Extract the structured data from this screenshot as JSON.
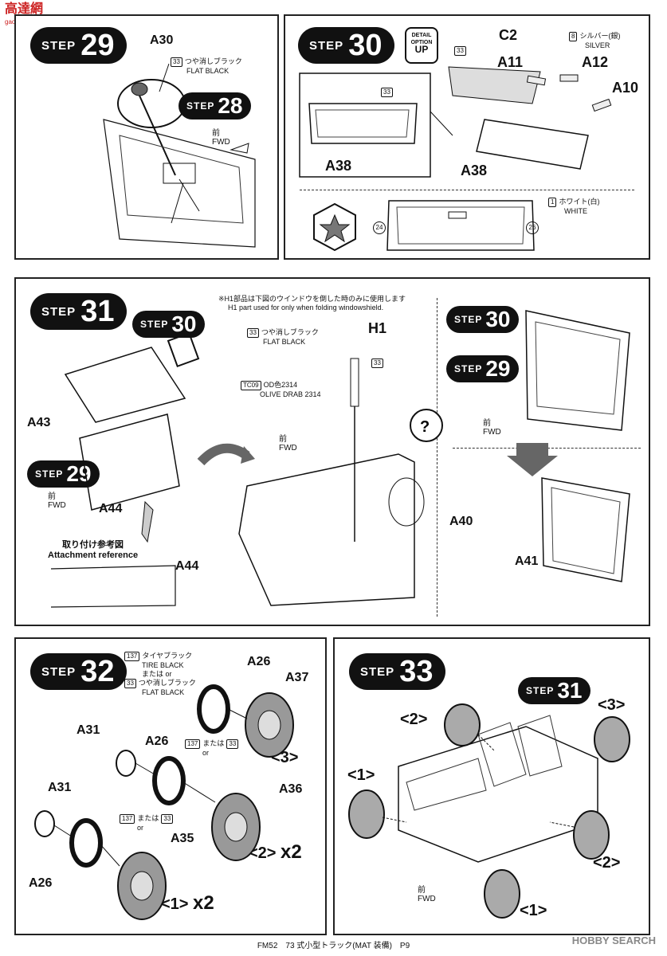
{
  "watermark_logo": {
    "text": "高達網",
    "sub": "gao-shou.com"
  },
  "step29": {
    "step_word": "STEP",
    "step_num": "29",
    "part_a30": "A30",
    "paint_code": "33",
    "paint_jp": "つや消しブラック",
    "paint_en": "FLAT BLACK",
    "ref_step": "28",
    "fwd_jp": "前",
    "fwd_en": "FWD"
  },
  "step30": {
    "step_word": "STEP",
    "step_num": "30",
    "detail_badge": [
      "DETAIL",
      "OPTION",
      "UP"
    ],
    "c2": "C2",
    "a11": "A11",
    "a12": "A12",
    "a10": "A10",
    "a38_left": "A38",
    "a38_right": "A38",
    "paint33": "33",
    "silver_code": "8",
    "silver_jp": "シルバー(銀)",
    "silver_en": "SILVER",
    "white_code": "1",
    "white_jp": "ホワイト(白)",
    "white_en": "WHITE",
    "decal_24": "24",
    "decal_26": "26"
  },
  "step31": {
    "step_word": "STEP",
    "step_num": "31",
    "ref30": "30",
    "ref29": "29",
    "a43": "A43",
    "a44": "A44",
    "a44_ref": "A44",
    "fwd_jp": "前",
    "fwd_en": "FWD",
    "attach_jp": "取り付け参考図",
    "attach_en": "Attachment reference",
    "h1_note_jp": "※H1部品は下図のウインドウを倒した時のみに使用します",
    "h1_note_en": "H1 part used for only when folding windowshield.",
    "paint33": "33",
    "paint_jp": "つや消しブラック",
    "paint_en": "FLAT BLACK",
    "h1": "H1",
    "h1_paint": "33",
    "tc_code": "TC09",
    "od_jp": "OD色2314",
    "od_en": "OLIVE DRAB 2314",
    "fwd2_jp": "前",
    "fwd2_en": "FWD",
    "right_ref30": "30",
    "right_ref29": "29",
    "fwd3_jp": "前",
    "fwd3_en": "FWD",
    "a40": "A40",
    "a41": "A41"
  },
  "step32": {
    "step_word": "STEP",
    "step_num": "32",
    "tire_code": "137",
    "tire_jp": "タイヤブラック",
    "tire_en": "TIRE BLACK",
    "or_jp": "または",
    "or_en": "or",
    "flat_code": "33",
    "flat_jp": "つや消しブラック",
    "flat_en": "FLAT BLACK",
    "a26_top": "A26",
    "a37": "A37",
    "a31_mid": "A31",
    "a26_mid": "A26",
    "a31_low": "A31",
    "a36": "A36",
    "a35": "A35",
    "a26_low": "A26",
    "mid_or": "または",
    "mid_or_en": "or",
    "low_or": "または",
    "low_or_en": "or",
    "w3": "<3>",
    "w2": "<2>",
    "w2_x": "x2",
    "w1": "<1>",
    "w1_x": "x2"
  },
  "step33": {
    "step_word": "STEP",
    "step_num": "33",
    "ref31": "31",
    "w2_top": "<2>",
    "w3_top": "<3>",
    "w1_left": "<1>",
    "w2_right": "<2>",
    "w1_bottom": "<1>",
    "fwd_jp": "前",
    "fwd_en": "FWD"
  },
  "footer": {
    "text": "FM52　73 式小型トラック(MAT 装備)　P9"
  },
  "site_watermark": {
    "text": "HOBBY SEARCH"
  }
}
